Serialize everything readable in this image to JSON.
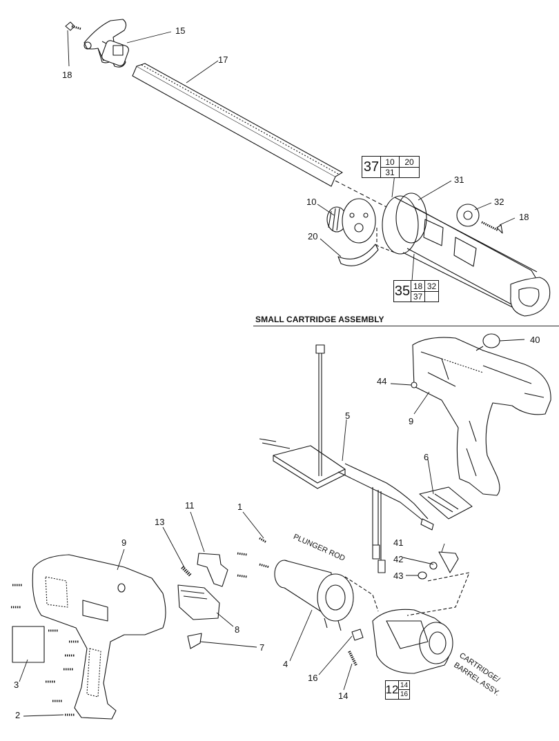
{
  "section_title": "SMALL CARTRIDGE ASSEMBLY",
  "part_numbers": [
    "18",
    "15",
    "17",
    "10",
    "20",
    "31",
    "32",
    "18",
    "44",
    "9",
    "40",
    "5",
    "6",
    "1",
    "11",
    "13",
    "9",
    "41",
    "42",
    "43",
    "8",
    "7",
    "4",
    "16",
    "14",
    "3",
    "2"
  ],
  "callouts": {
    "c37": {
      "main": "37",
      "cells": [
        "10",
        "20",
        "31",
        ""
      ]
    },
    "c35": {
      "main": "35",
      "cells": [
        "18",
        "32",
        "37",
        ""
      ]
    },
    "c12": {
      "main": "12",
      "cells": [
        "14",
        "16"
      ]
    }
  },
  "text_labels": {
    "plunger_rod": "PLUNGER ROD",
    "cartridge_1": "CARTRIDGE/",
    "cartridge_2": "BARREL ASSY."
  }
}
